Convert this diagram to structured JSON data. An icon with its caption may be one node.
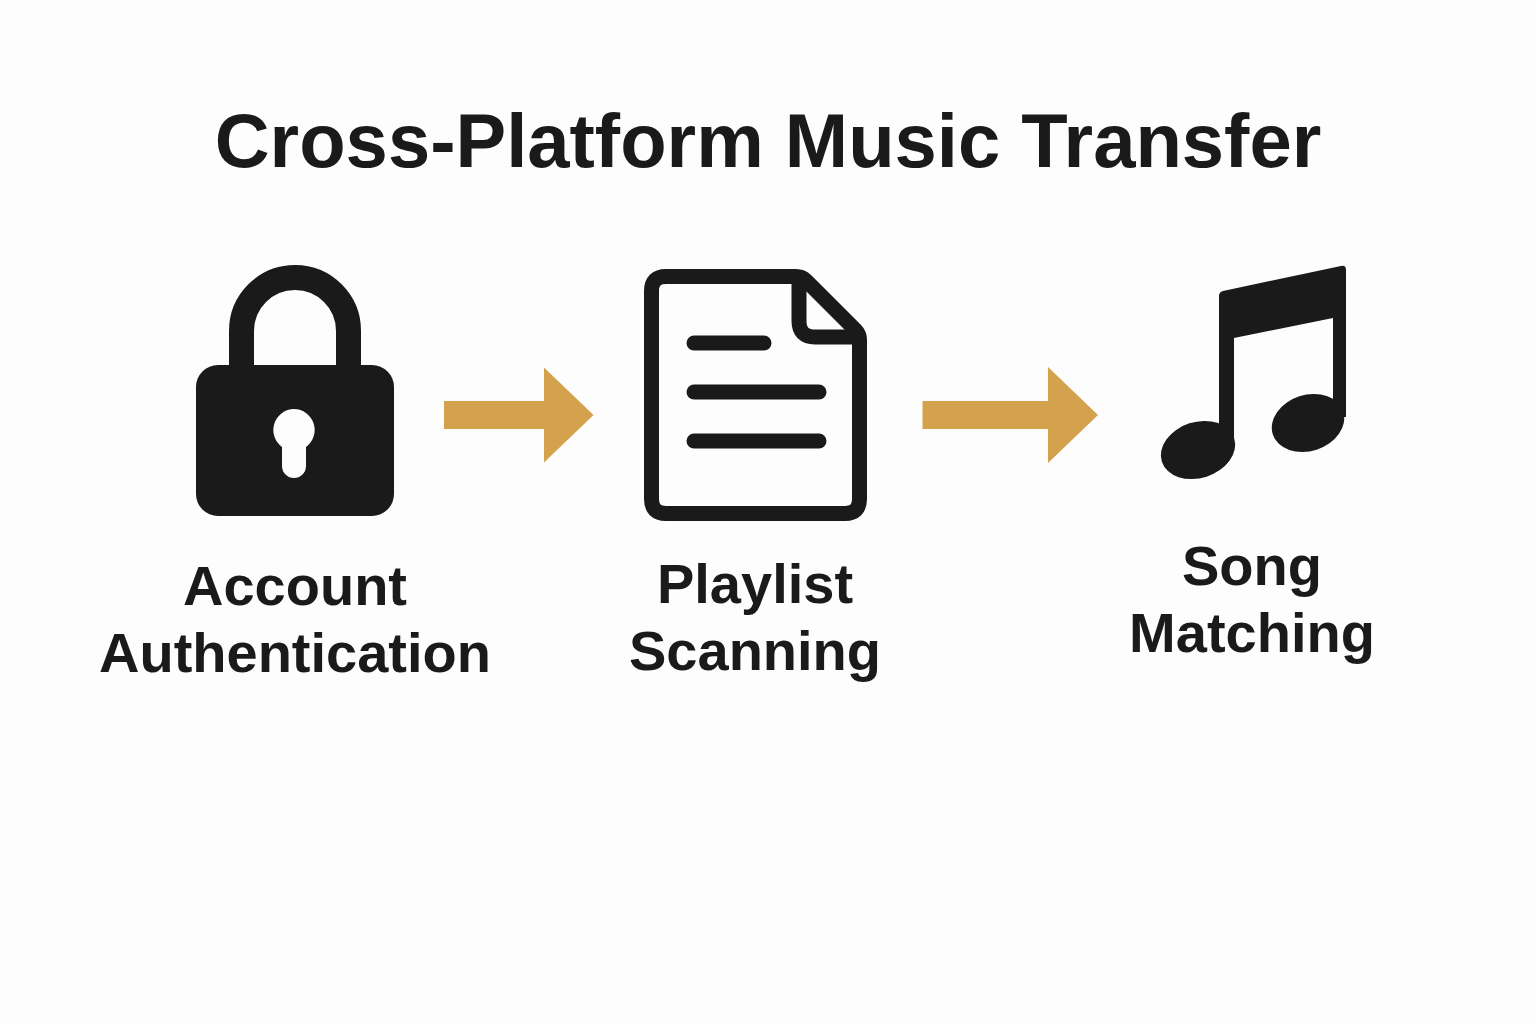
{
  "diagram": {
    "title": "Cross-Platform Music Transfer",
    "nodes": [
      {
        "text": [
          "Account Authentication"
        ]
      },
      {
        "text": [
          "Playlist Scanning"
        ]
      },
      {
        "text": [
          "Song Matching"
        ]
      }
    ],
    "edges": [
      {
        "from": 0,
        "to": 1,
        "arrow": "to"
      },
      {
        "from": 1,
        "to": 2,
        "arrow": "to"
      }
    ]
  }
}
